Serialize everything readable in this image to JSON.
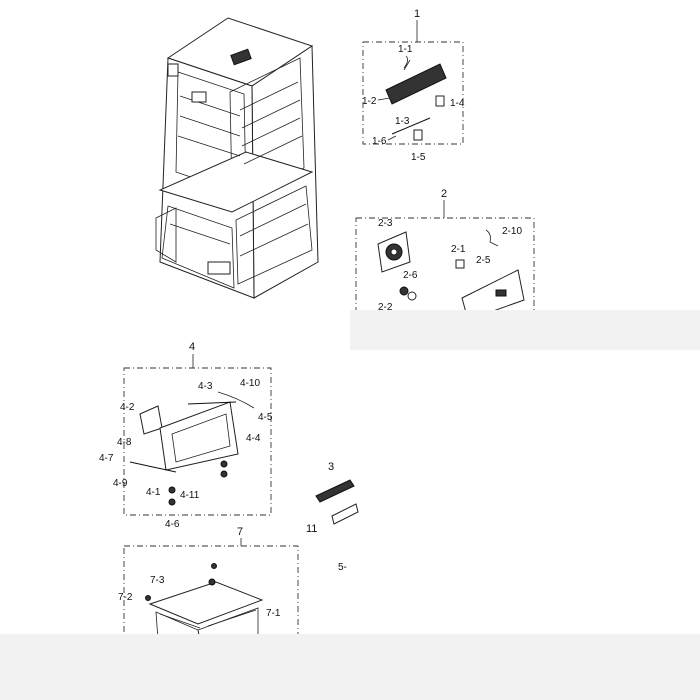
{
  "groups": [
    {
      "id": "1",
      "label": "1",
      "parts": [
        "1-1",
        "1-2",
        "1-3",
        "1-4",
        "1-5",
        "1-6"
      ]
    },
    {
      "id": "2",
      "label": "2",
      "parts": [
        "2-3",
        "2-10",
        "2-1",
        "2-5",
        "2-6",
        "2-2"
      ]
    },
    {
      "id": "4",
      "label": "4",
      "parts": [
        "4-2",
        "4-3",
        "4-10",
        "4-5",
        "4-8",
        "4-4",
        "4-7",
        "4-9",
        "4-1",
        "4-11",
        "4-6"
      ]
    },
    {
      "id": "7",
      "label": "7",
      "parts": [
        "7-3",
        "7-2",
        "7-1"
      ]
    }
  ],
  "standalone": [
    "3",
    "11",
    "5-"
  ],
  "colors": {
    "line": "#222222",
    "fade": "#f2f2f2"
  }
}
